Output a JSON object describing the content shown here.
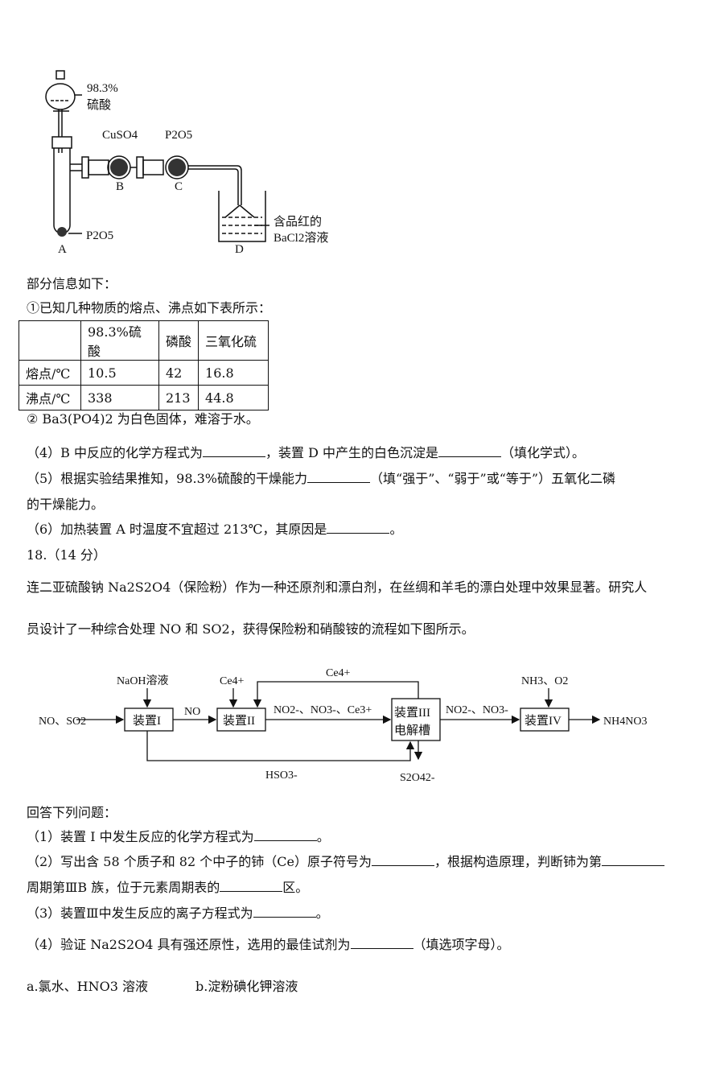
{
  "apparatus": {
    "acid_label_1": "98.3%",
    "acid_label_2": "硫酸",
    "b_reagent": "CuSO4",
    "c_reagent": "P2O5",
    "a_reagent": "P2O5",
    "d_label_1": "含品红的",
    "d_label_2": "BaCl2溶液",
    "labels": [
      "A",
      "B",
      "C",
      "D"
    ]
  },
  "intro": "部分信息如下：",
  "info1": "①已知几种物质的熔点、沸点如下表所示：",
  "table": {
    "headers": [
      "",
      "98.3%硫酸",
      "磷酸",
      "三氧化硫"
    ],
    "rows": [
      [
        "熔点/℃",
        "10.5",
        "42",
        "16.8"
      ],
      [
        "沸点/℃",
        "338",
        "213",
        "44.8"
      ]
    ]
  },
  "info2": "② Ba3(PO4)2 为白色固体，难溶于水。",
  "q4a": "（4）B 中反应的化学方程式为",
  "q4b": "，装置 D 中产生的白色沉淀是",
  "q4c": "（填化学式）。",
  "q5a": "（5）根据实验结果推知，98.3%硫酸的干燥能力",
  "q5b": "（填“强于”、“弱于”或“等于”）五氧化二磷",
  "q5c": "的干燥能力。",
  "q6a": "（6）加热装置 A 时温度不宜超过 213℃，其原因是",
  "q6b": "。",
  "q18": "18.（14 分）",
  "p18a": "连二亚硫酸钠 Na2S2O4（保险粉）作为一种还原剂和漂白剂，在丝绸和羊毛的漂白处理中效果显著。研究人",
  "p18b": "员设计了一种综合处理 NO 和 SO2，获得保险粉和硝酸铵的流程如下图所示。",
  "flow": {
    "in": "NO、SO2",
    "naoh": "NaOH溶液",
    "d1": "装置I",
    "no": "NO",
    "ce_in": "Ce4+",
    "d2": "装置II",
    "mid": "NO2-、NO3-、Ce3+",
    "ce_top": "Ce4+",
    "d3a": "装置III",
    "d3b": "电解槽",
    "out3": "NO2-、NO3-",
    "nh3": "NH3、O2",
    "d4": "装置IV",
    "product": "NH4NO3",
    "hso3": "HSO3-",
    "s2o4": "S2O42-"
  },
  "answer": "回答下列问题：",
  "a1a": "（1）装置 I 中发生反应的化学方程式为",
  "a1b": "。",
  "a2a": "（2）写出含 58 个质子和 82 个中子的铈（Ce）原子符号为",
  "a2b": "，根据构造原理，判断铈为第",
  "a2c": "周期第ⅢB 族，位于元素周期表的",
  "a2d": "区。",
  "a3a": "（3）装置Ⅲ中发生反应的离子方程式为",
  "a3b": "。",
  "a4a": "（4）验证 Na2S2O4 具有强还原性，选用的最佳试剂为",
  "a4b": "（填选项字母）。",
  "optA": "a.氯水、HNO3 溶液",
  "optB": "b.淀粉碘化钾溶液"
}
